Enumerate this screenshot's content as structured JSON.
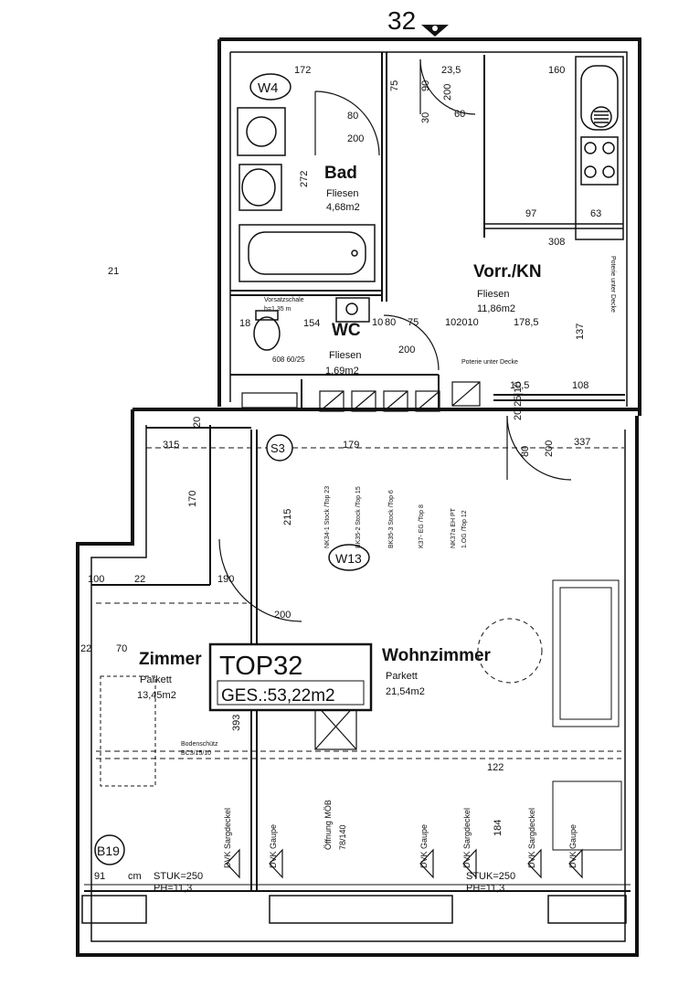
{
  "unit_number": "32",
  "top_box": {
    "title": "TOP32",
    "area": "GES.:53,22m2"
  },
  "rooms": {
    "bad": {
      "name": "Bad",
      "floor": "Fliesen",
      "area": "4,68m2"
    },
    "vorr": {
      "name": "Vorr./KN",
      "floor": "Fliesen",
      "area": "11,86m2"
    },
    "wc": {
      "name": "WC",
      "floor": "Fliesen",
      "area": "1,69m2"
    },
    "zimmer": {
      "name": "Zimmer",
      "floor": "Parkett",
      "area": "13,45m2"
    },
    "wohnzimmer": {
      "name": "Wohnzimmer",
      "floor": "Parkett",
      "area": "21,54m2"
    }
  },
  "window_tags": [
    "W4",
    "W13",
    "B19",
    "S3"
  ],
  "dimensions": {
    "d172": "172",
    "d75": "75",
    "d90": "90",
    "d30": "30",
    "d235": "23,5",
    "d160": "160",
    "d80a": "80",
    "d200a": "200",
    "d200b": "200",
    "d60": "60",
    "d272": "272",
    "d97": "97",
    "d63": "63",
    "d308": "308",
    "d18": "18",
    "d154": "154",
    "d10a": "10",
    "d80b": "80",
    "d75b": "75",
    "d102010": "102010",
    "d1785": "178,5",
    "d137": "137",
    "d200c": "200",
    "d608": "608 60/25",
    "d105": "10,5",
    "d108": "108",
    "d202510": "20|25|10",
    "d80c": "80",
    "d200d": "200",
    "d337": "337",
    "d20": "20",
    "d315": "315",
    "d179": "179",
    "d170": "170",
    "d215": "215",
    "d100": "100",
    "d22a": "22",
    "d190": "190",
    "d200e": "200",
    "d22b": "22",
    "d70": "70",
    "d393": "393",
    "d122": "122",
    "d184": "184",
    "d91": "91",
    "dcm": "cm",
    "d21": "21"
  },
  "annotations": {
    "stuk_left": "STUK=250",
    "ph_left": "PH=11,3",
    "stuk_right": "STUK=250",
    "ph_right": "PH=11,3",
    "potenz1": "Poterie unter Decke",
    "potenz2": "Poterie unter Decke",
    "bodenschutz": "Bodenschütz",
    "bodenschutz2": "BC3/15/10",
    "wc_note": "Vorsatzschale",
    "wc_note2": "h=1,35 m",
    "dvk1": "DVK Sargdeckel",
    "dvk2": "DVK Gaupe",
    "dvk3": "DVK Gaupe",
    "dvk4": "DVK Sargdeckel",
    "dvk5": "DVK Sargdeckel",
    "dvk6": "DVK Gaupe",
    "dffnung": "Öffnung MÖB",
    "dffnung2": "78/140",
    "shaft1": "NK34-1 Stock /Top 23",
    "shaft2": "BK35-2 Stock /Top 15",
    "shaft3": "BK35-3 Stock /Top 6",
    "shaft4": "K37- EG /Top 8",
    "shaft5": "NK37a EH PT",
    "shaft6": "1.OG /Top 12"
  }
}
